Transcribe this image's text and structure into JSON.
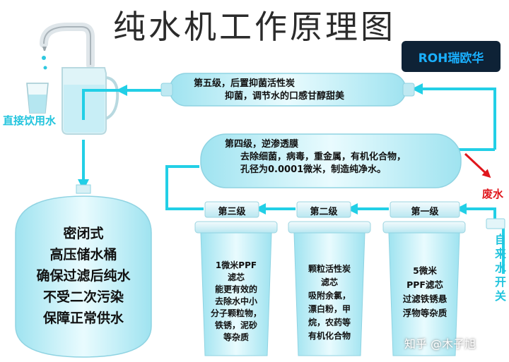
{
  "title": "纯水机工作原理图",
  "badge": "ROH瑞欧华",
  "labels": {
    "direct_drink": "直接饮用水",
    "waste_water": "废水",
    "tap_switch": [
      "自",
      "来",
      "水",
      "开",
      "关"
    ]
  },
  "stage5": {
    "label": "第五级，后置抑菌活性炭",
    "desc": "抑菌，调节水的口感甘醇甜美"
  },
  "stage4": {
    "label": "第四级，逆渗透膜",
    "line1": "去除细菌，病毒，重金属，有机化合物，",
    "line2": "孔径为0.0001微米，制造纯净水。"
  },
  "tank": {
    "lines": [
      "密闭式",
      "高压储水桶",
      "确保过滤后纯水",
      "不受二次污染",
      "保障正常供水"
    ]
  },
  "filters": [
    {
      "stage": "第三级",
      "lines": [
        "1微米PPF",
        "滤芯",
        "能更有效的",
        "去除水中小",
        "分子颗粒物，",
        "铁锈，泥砂",
        "等杂质"
      ]
    },
    {
      "stage": "第二级",
      "lines": [
        "颗粒活性炭",
        "滤芯",
        "吸附余氯，",
        "漂白粉，甲",
        "烷，农药等",
        "有机化合物"
      ]
    },
    {
      "stage": "第一级",
      "lines": [
        "5微米",
        "PPF滤芯",
        "过滤铁锈悬",
        "浮物等杂质"
      ]
    }
  ],
  "watermark": "知乎 @木子旭",
  "colors": {
    "pipe": "#22cfe6",
    "body": "#bfeff7",
    "title": "#2b2b2b",
    "badge_bg": "#0e2236",
    "badge_text": "#1ab0ff",
    "waste": "#e0161c"
  }
}
